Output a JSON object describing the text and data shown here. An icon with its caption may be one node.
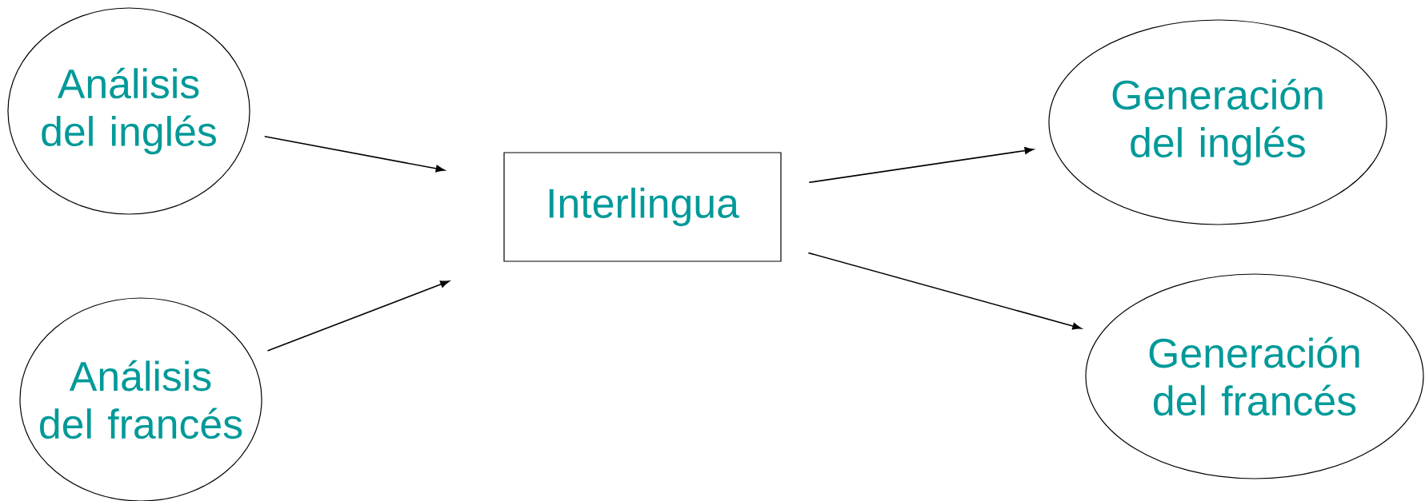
{
  "diagram": {
    "nodes": [
      {
        "text": [
          "Análisis del inglés"
        ]
      },
      {
        "text": [
          "Análisis del francés"
        ]
      },
      {
        "text": [
          "Interlingua"
        ]
      },
      {
        "text": [
          "Generación del inglés"
        ]
      },
      {
        "text": [
          "Generación del francés"
        ]
      }
    ],
    "edges": [
      {
        "from": 0,
        "to": 2,
        "arrow": "to"
      },
      {
        "from": 1,
        "to": 2,
        "arrow": "to"
      },
      {
        "from": 2,
        "to": 3,
        "arrow": "to"
      },
      {
        "from": 2,
        "to": 4,
        "arrow": "to"
      }
    ]
  }
}
